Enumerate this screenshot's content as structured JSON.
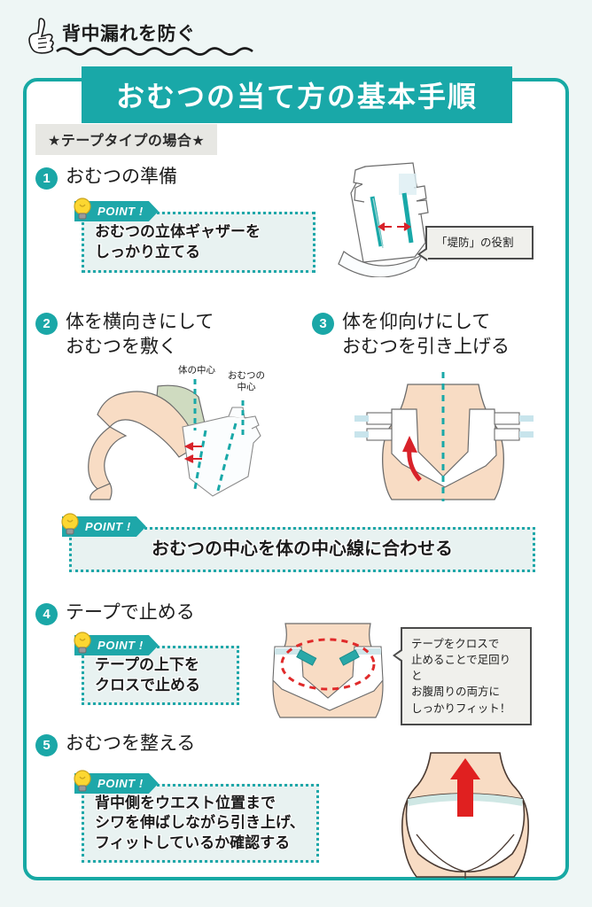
{
  "eyebrow": {
    "text": "背中漏れを防ぐ",
    "icon": "pointing-hand-icon"
  },
  "title": "おむつの当て方の基本手順",
  "type_badge": "★テープタイプの場合★",
  "colors": {
    "teal": "#19a8a8",
    "teal_border": "#17a9a4",
    "point_bg": "#e8f2f1",
    "page_bg": "#eef6f5",
    "badge_bg": "#e7e7e3",
    "callout_bg": "#f0f0ec",
    "arrow_red": "#d8222a",
    "skin": "#f8dcc4"
  },
  "point_label": "POINT !",
  "steps": [
    {
      "num": "1",
      "title": "おむつの準備",
      "point": "おむつの立体ギャザーを\nしっかり立てる",
      "callout": "「堤防」の役割"
    },
    {
      "num": "2",
      "title": "体を横向きにして\nおむつを敷く",
      "labels": {
        "body_center": "体の中心",
        "diaper_center": "おむつの\n中心"
      }
    },
    {
      "num": "3",
      "title": "体を仰向けにして\nおむつを引き上げる"
    },
    {
      "num": "4",
      "title": "テープで止める",
      "point": "テープの上下を\nクロスで止める",
      "callout": "テープをクロスで\n止めることで足回りと\nお腹周りの両方に\nしっかりフィット！"
    },
    {
      "num": "5",
      "title": "おむつを整える",
      "point": "背中側をウエスト位置まで\nシワを伸ばしながら引き上げ、\nフィットしているか確認する"
    }
  ],
  "shared_point": "おむつの中心を体の中心線に合わせる"
}
